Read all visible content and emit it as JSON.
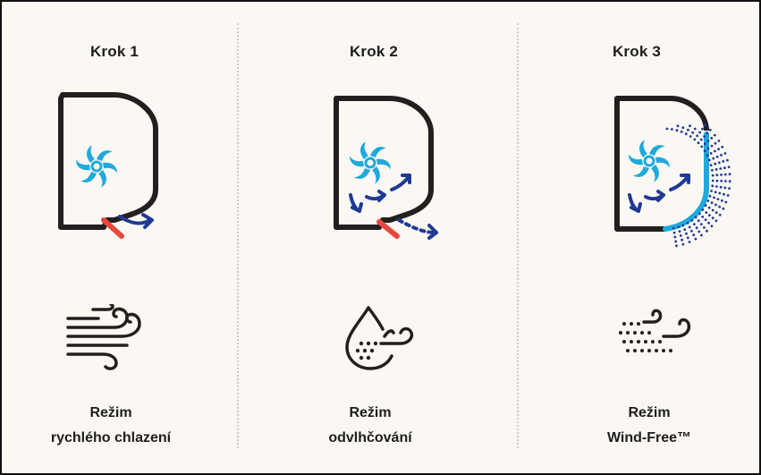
{
  "steps": [
    {
      "title": "Krok 1",
      "mode_line1": "Režim",
      "mode_line2": "rychlého chlazení",
      "unit_icon": "ac-unit-fast-cooling-icon",
      "mode_icon": "wind-icon"
    },
    {
      "title": "Krok 2",
      "mode_line1": "Režim",
      "mode_line2": "odvlhčování",
      "unit_icon": "ac-unit-dehumidify-icon",
      "mode_icon": "water-drop-icon"
    },
    {
      "title": "Krok 3",
      "mode_line1": "Režim",
      "mode_line2": "Wind-Free™",
      "unit_icon": "ac-unit-wind-free-icon",
      "mode_icon": "wind-free-breeze-icon"
    }
  ],
  "colors": {
    "background": "#fbf8f4",
    "outline": "#231f20",
    "fan_blue": "#1fa9dc",
    "arrow_navy": "#1f3a93",
    "flap_red": "#e8473c",
    "divider": "#cfcac4"
  }
}
